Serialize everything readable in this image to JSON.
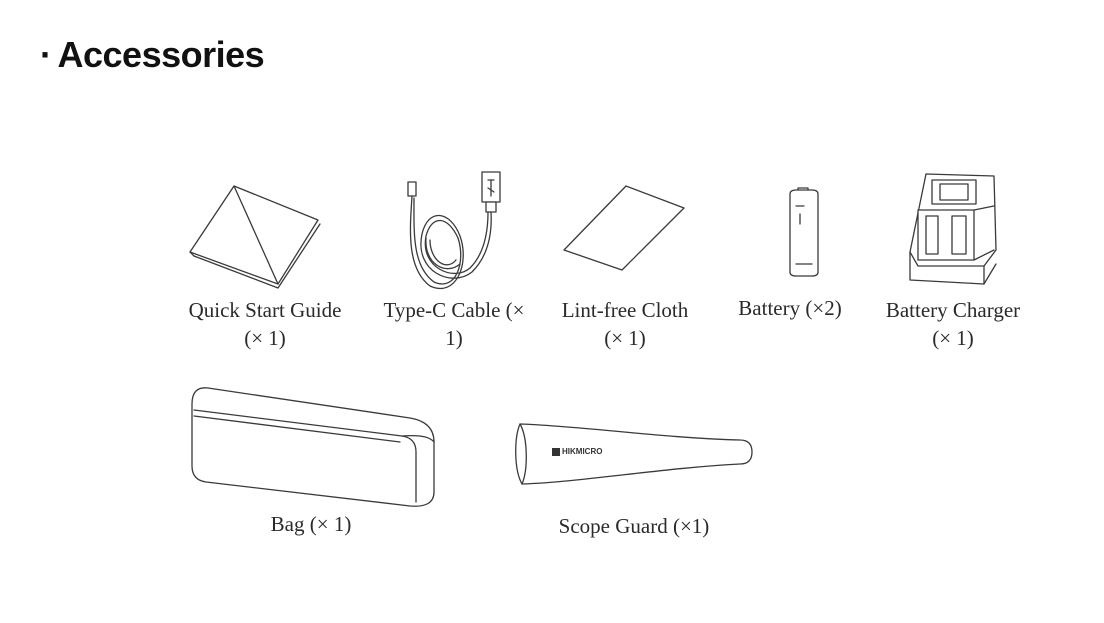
{
  "header": {
    "bullet": "·",
    "title": "Accessories"
  },
  "accessories": [
    {
      "icon": "booklet-icon",
      "label_line1": "Quick Start Guide",
      "label_line2": "(× 1)"
    },
    {
      "icon": "usb-cable-icon",
      "label_line1": "Type-C Cable (×",
      "label_line2": "1)"
    },
    {
      "icon": "cloth-icon",
      "label_line1": "Lint-free Cloth",
      "label_line2": "(× 1)"
    },
    {
      "icon": "battery-icon",
      "label_line1": "Battery  (×2)",
      "label_line2": ""
    },
    {
      "icon": "charger-icon",
      "label_line1": "Battery Charger",
      "label_line2": "(× 1)"
    },
    {
      "icon": "bag-icon",
      "label_line1": "Bag (× 1)",
      "label_line2": ""
    },
    {
      "icon": "scope-guard-icon",
      "label_line1": "Scope Guard (×1)",
      "label_line2": ""
    }
  ],
  "brand": {
    "logo_text": "HIKMICRO"
  }
}
